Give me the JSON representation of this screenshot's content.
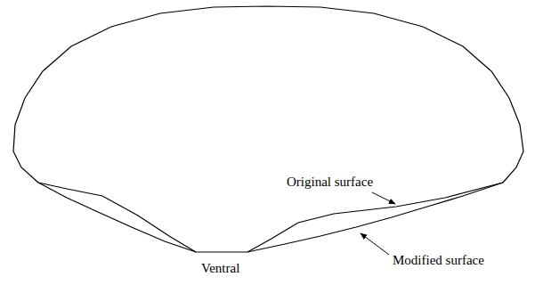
{
  "diagram": {
    "labels": [
      "Original surface",
      "Modified surface",
      "Ventral"
    ]
  }
}
